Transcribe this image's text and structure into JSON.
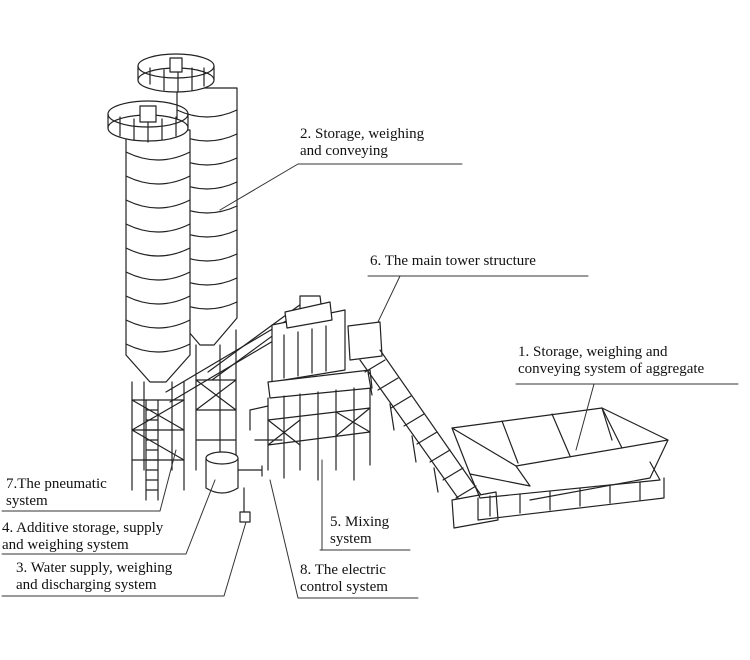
{
  "callouts": [
    {
      "id": 1,
      "text": "1. Storage, weighing and\nconveying system of aggregate"
    },
    {
      "id": 2,
      "text": "2. Storage, weighing\nand conveying"
    },
    {
      "id": 3,
      "text": "3. Water supply, weighing\nand discharging system"
    },
    {
      "id": 4,
      "text": "4. Additive storage, supply\nand weighing system"
    },
    {
      "id": 5,
      "text": "5. Mixing\nsystem"
    },
    {
      "id": 6,
      "text": "6. The main tower structure"
    },
    {
      "id": 7,
      "text": "7.The pneumatic\nsystem"
    },
    {
      "id": 8,
      "text": "8. The electric\ncontrol system"
    }
  ],
  "colors": {
    "ink": "#111111",
    "background": "#ffffff"
  }
}
